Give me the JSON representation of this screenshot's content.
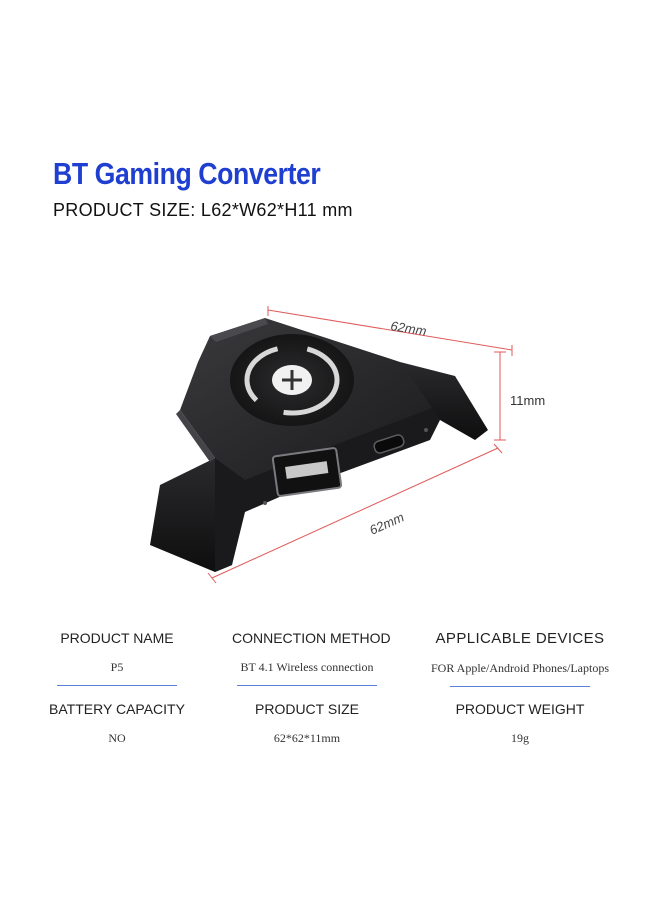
{
  "header": {
    "title": "BT Gaming Converter",
    "subtitle": "PRODUCT SIZE: L62*W62*H11 mm"
  },
  "product_image": {
    "dimension_top": "62mm",
    "dimension_side": "11mm",
    "dimension_bottom": "62mm",
    "accent_color": "#e05a5a"
  },
  "specs": {
    "row1": [
      {
        "name": "PRODUCT NAME",
        "value": "P5"
      },
      {
        "name": "CONNECTION METHOD",
        "value": "BT 4.1 Wireless connection"
      },
      {
        "name": "APPLICABLE DEVICES",
        "value": "FOR Apple/Android Phones/Laptops"
      }
    ],
    "row2": [
      {
        "name": "BATTERY CAPACITY",
        "value": "NO"
      },
      {
        "name": "PRODUCT SIZE",
        "value": "62*62*11mm"
      },
      {
        "name": "PRODUCT WEIGHT",
        "value": "19g"
      }
    ]
  },
  "colors": {
    "title": "#1f3fd1",
    "underline": "#5a7fd6"
  }
}
